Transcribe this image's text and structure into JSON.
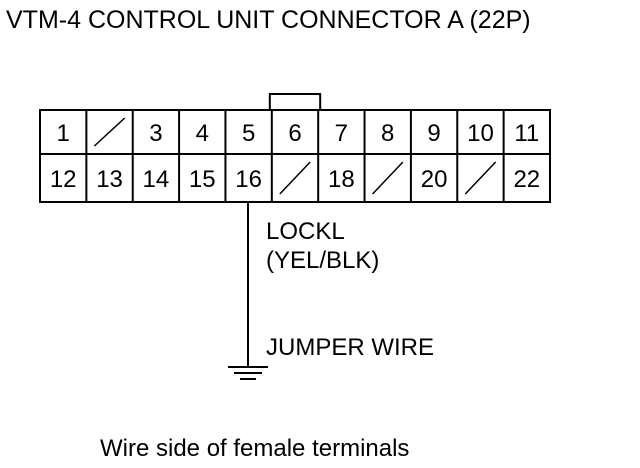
{
  "title": "VTM-4 CONTROL UNIT CONNECTOR A (22P)",
  "connector": {
    "top_row": [
      "1",
      "",
      "3",
      "4",
      "5",
      "6",
      "7",
      "8",
      "9",
      "10",
      "11"
    ],
    "bottom_row": [
      "12",
      "13",
      "14",
      "15",
      "16",
      "",
      "18",
      "",
      "20",
      "",
      "22"
    ],
    "top_row_empty": [
      false,
      true,
      false,
      false,
      false,
      false,
      false,
      false,
      false,
      false,
      false
    ],
    "bottom_row_empty": [
      false,
      false,
      false,
      false,
      false,
      true,
      false,
      true,
      false,
      true,
      false
    ],
    "probed_terminal": "16"
  },
  "wire": {
    "signal": "LOCKL",
    "color": "(YEL/BLK)"
  },
  "jumper_label": "JUMPER WIRE",
  "caption": "Wire side of female terminals",
  "colors": {
    "line": "#000000",
    "background": "#ffffff"
  }
}
